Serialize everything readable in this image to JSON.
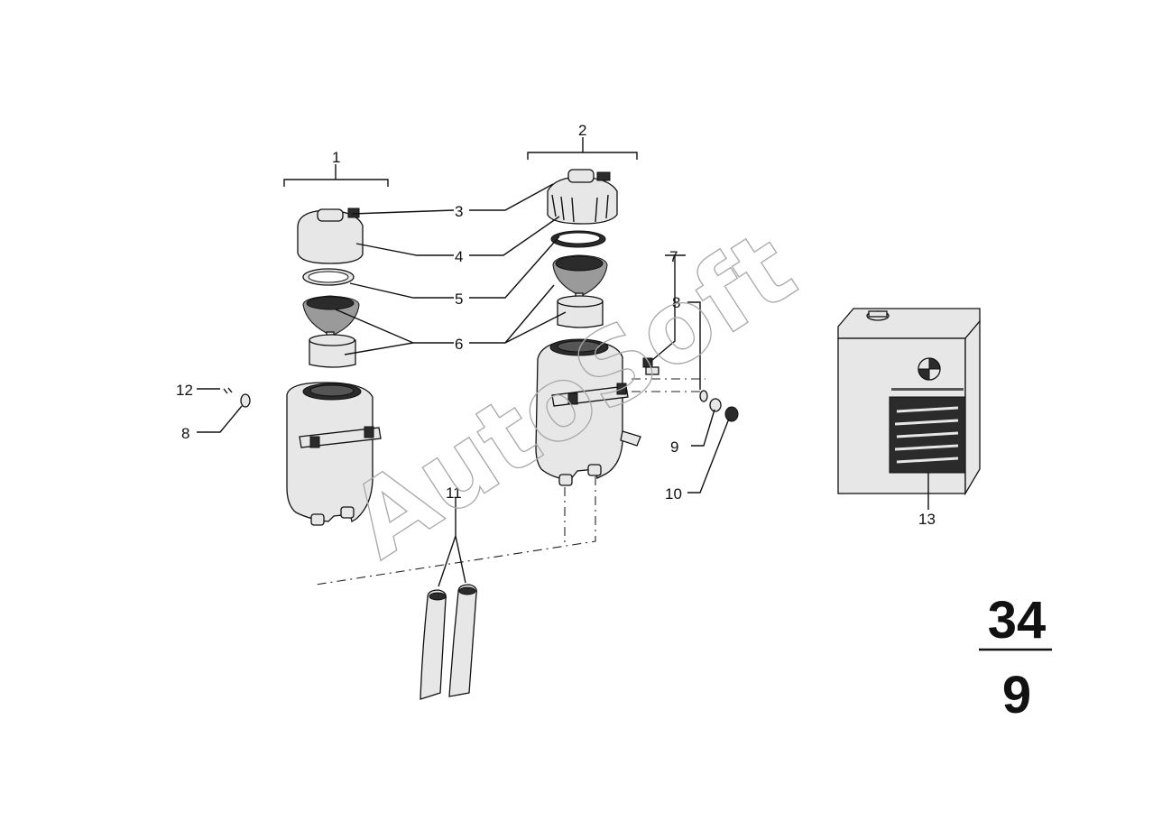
{
  "callouts": {
    "c1": "1",
    "c2": "2",
    "c3": "3",
    "c4": "4",
    "c5": "5",
    "c6": "6",
    "c7": "7",
    "c8a": "8",
    "c8b": "8",
    "c9": "9",
    "c10": "10",
    "c11": "11",
    "c12": "12",
    "c13": "13"
  },
  "sheet": {
    "group": "34",
    "sub": "9"
  },
  "watermark": {
    "text": "AutoSoft",
    "color": "#a8a8a8"
  }
}
